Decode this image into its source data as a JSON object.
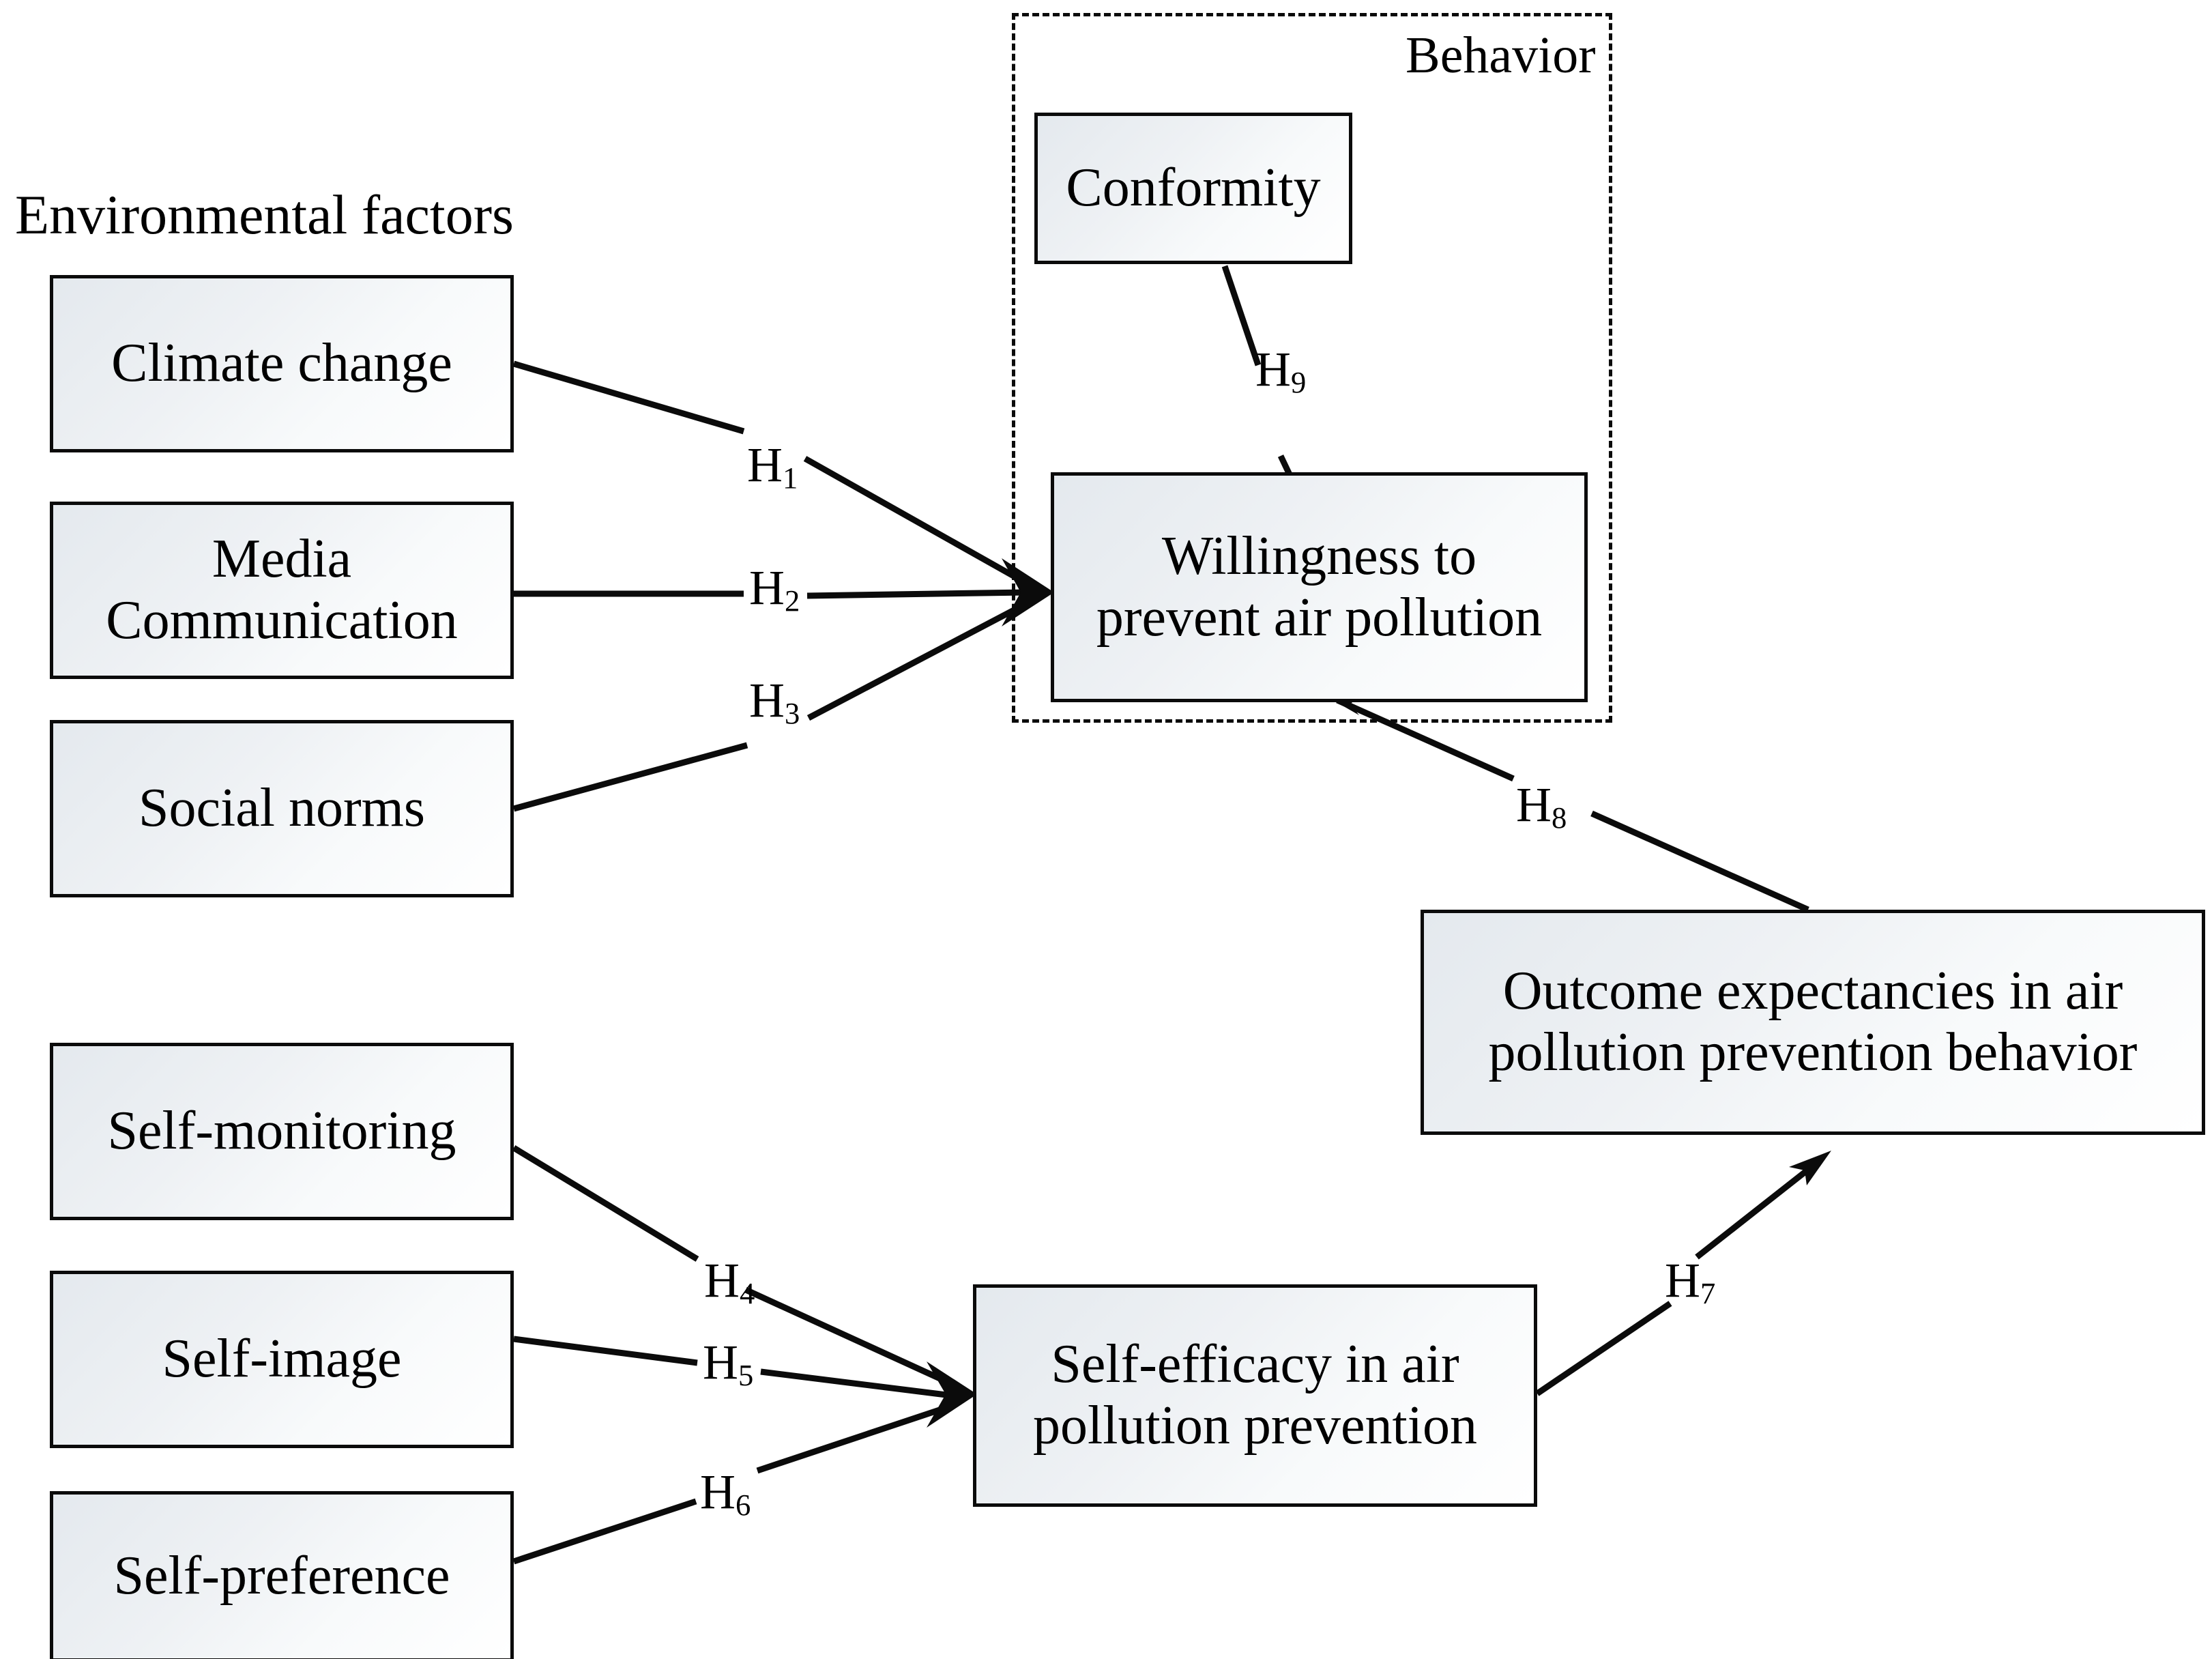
{
  "figure": {
    "type": "conceptual-path-diagram",
    "group_label": "Behavior",
    "section_label": "Environmental factors"
  },
  "nodes": {
    "climate_change": "Climate change",
    "media_communication_line1": "Media",
    "media_communication_line2": "Communication",
    "social_norms": "Social norms",
    "self_monitoring": "Self-monitoring",
    "self_image": "Self-image",
    "self_preference": "Self-preference",
    "conformity": "Conformity",
    "willingness_line1": "Willingness to",
    "willingness_line2": "prevent air pollution",
    "self_efficacy_line1": "Self-efficacy in air",
    "self_efficacy_line2": "pollution prevention",
    "outcome_line1": "Outcome expectancies in air",
    "outcome_line2": "pollution prevention behavior"
  },
  "hypotheses": {
    "h1": {
      "prefix": "H",
      "sub": "1"
    },
    "h2": {
      "prefix": "H",
      "sub": "2"
    },
    "h3": {
      "prefix": "H",
      "sub": "3"
    },
    "h4": {
      "prefix": "H",
      "sub": "4"
    },
    "h5": {
      "prefix": "H",
      "sub": "5"
    },
    "h6": {
      "prefix": "H",
      "sub": "6"
    },
    "h7": {
      "prefix": "H",
      "sub": "7"
    },
    "h8": {
      "prefix": "H",
      "sub": "8"
    },
    "h9": {
      "prefix": "H",
      "sub": "9"
    }
  },
  "edges": [
    {
      "id": "h1",
      "from": "climate_change",
      "to": "willingness",
      "label": "H1"
    },
    {
      "id": "h2",
      "from": "media_communication",
      "to": "willingness",
      "label": "H2"
    },
    {
      "id": "h3",
      "from": "social_norms",
      "to": "willingness",
      "label": "H3"
    },
    {
      "id": "h4",
      "from": "self_monitoring",
      "to": "self_efficacy",
      "label": "H4"
    },
    {
      "id": "h5",
      "from": "self_image",
      "to": "self_efficacy",
      "label": "H5"
    },
    {
      "id": "h6",
      "from": "self_preference",
      "to": "self_efficacy",
      "label": "H6"
    },
    {
      "id": "h7",
      "from": "self_efficacy",
      "to": "outcome_expectancies",
      "label": "H7"
    },
    {
      "id": "h8",
      "from": "outcome_expectancies",
      "to": "willingness",
      "label": "H8"
    },
    {
      "id": "h9",
      "from": "conformity",
      "to": "willingness",
      "label": "H9"
    }
  ],
  "colors": {
    "stroke": "#0b0b0b",
    "box_fill_start": "#e4e9ee",
    "box_fill_end": "#ffffff",
    "background": "#ffffff",
    "text": "#000000"
  }
}
